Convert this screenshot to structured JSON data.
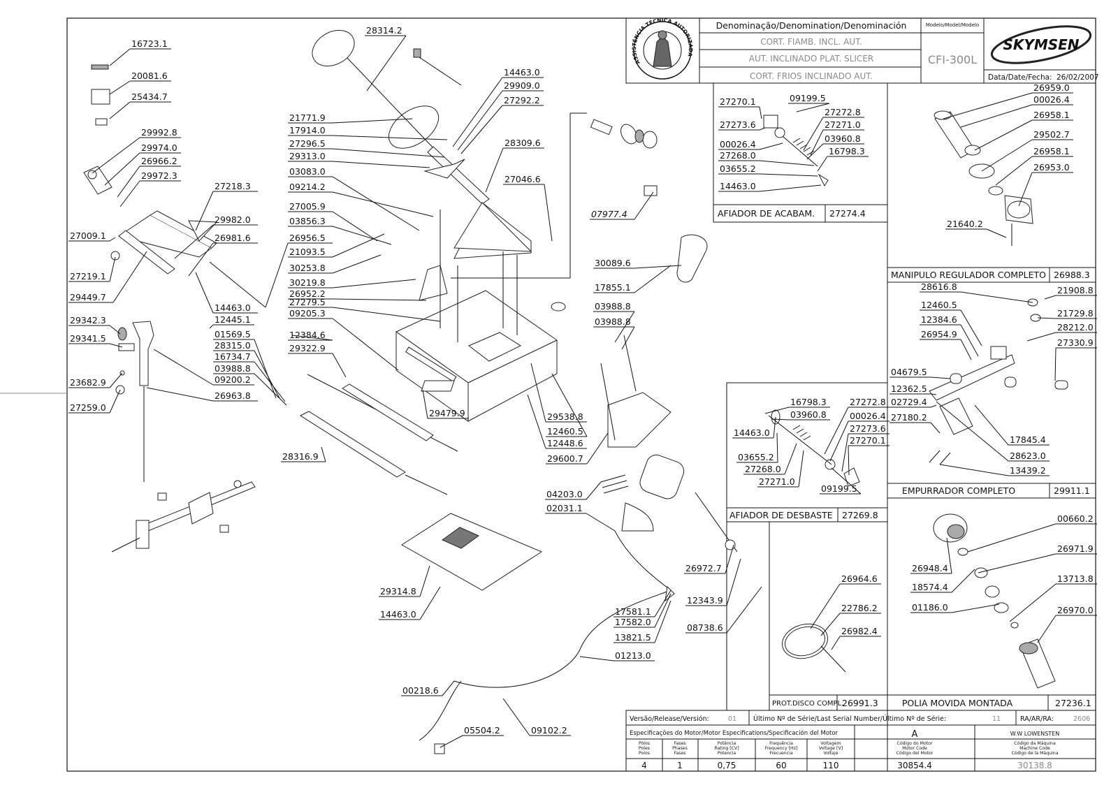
{
  "title_block": {
    "denomination_header": "Denominação/Denomination/Denominación",
    "model_header": "Modelo/Model/Modelo",
    "names": [
      "CORT. FIAMB. INCL. AUT.",
      "AUT. INCLINADO PLAT. SLICER",
      "CORT. FRIOS INCLINADO  AUT."
    ],
    "model": "CFI-300L",
    "brand": "SKYMSEN",
    "seal_text": "ASSISTÊNCIA TÉCNICA AUTORIZADA",
    "date_label": "Data/Date/Fecha:",
    "date": "26/02/2007"
  },
  "subassemblies": [
    {
      "name": "AFIADOR DE ACABAM.",
      "code": "27274.4"
    },
    {
      "name": "MANIPULO REGULADOR COMPLETO",
      "code": "26988.3"
    },
    {
      "name": "EMPURRADOR COMPLETO",
      "code": "29911.1"
    },
    {
      "name": "AFIADOR DE DESBASTE",
      "code": "27269.8"
    },
    {
      "name": "PROT.DISCO COMPL.",
      "code": "26991.3"
    },
    {
      "name": "POLIA MOVIDA MONTADA",
      "code": "27236.1"
    }
  ],
  "footer": {
    "version_label": "Versão/Release/Versión:",
    "version": "01",
    "serial_label": "Último Nº de Série/Last Serial Number/Último Nº de Série:",
    "serial": "11",
    "ra_label": "RA/AR/RA:",
    "ra": "2606",
    "motor_spec_label": "Especificações do Motor/Motor Especifications/Specificación del Motor",
    "motor_code_letter": "A",
    "motor_maker": "W.W  LOWENSTEN",
    "col_headers": [
      "Pólos\nPoles\nPolos",
      "Fases\nPhases\nFases",
      "Potência\nRating [CV]\nPotencia",
      "Frequência\nFrequency [Hz]\nFrecuencia",
      "Voltagem\nVoltage [V]\nVoltaje",
      "Código do Motor\nMotor Code\nCódigo del Motor",
      "Código da Máquina\nMachine Code\nCódigo de la Máquina"
    ],
    "values": [
      "4",
      "1",
      "0,75",
      "60",
      "110",
      "30854.4",
      "30138.8"
    ]
  },
  "part_labels": [
    "16723.1",
    "20081.6",
    "25434.7",
    "29992.8",
    "29974.0",
    "26966.2",
    "29972.3",
    "27218.3",
    "27009.1",
    "29982.0",
    "26981.6",
    "27219.1",
    "29449.7",
    "29342.3",
    "29341.5",
    "23682.9",
    "27259.0",
    "28314.2",
    "14463.0",
    "29909.0",
    "27292.2",
    "21771.9",
    "17914.0",
    "27296.5",
    "29313.0",
    "28309.6",
    "03083.0",
    "27046.6",
    "09214.2",
    "27005.9",
    "03856.3",
    "07977.4",
    "26956.5",
    "21093.5",
    "30253.8",
    "30219.8",
    "26952.2",
    "27279.5",
    "14463.0",
    "09205.3",
    "12445.1",
    "12384.6",
    "01569.5",
    "29322.9",
    "28315.0",
    "16734.7",
    "03988.8",
    "09200.2",
    "26963.8",
    "29479.9",
    "29538.8",
    "12460.5",
    "12448.6",
    "28316.9",
    "29600.7",
    "30089.6",
    "17855.1",
    "03988.8",
    "03988.8",
    "04203.0",
    "02031.1",
    "29314.8",
    "14463.0",
    "26972.7",
    "12343.9",
    "08738.6",
    "17581.1",
    "17582.0",
    "13821.5",
    "01213.0",
    "00218.6",
    "05504.2",
    "09102.2",
    "27270.1",
    "09199.5",
    "27272.8",
    "27273.6",
    "27271.0",
    "00026.4",
    "03960.8",
    "27268.0",
    "16798.3",
    "03655.2",
    "14463.0",
    "26959.0",
    "00026.4",
    "26958.1",
    "29502.7",
    "26958.1",
    "26953.0",
    "21640.2",
    "28616.8",
    "21908.8",
    "12460.5",
    "21729.8",
    "12384.6",
    "28212.0",
    "26954.9",
    "27330.9",
    "04679.5",
    "12362.5",
    "02729.4",
    "27180.2",
    "17845.4",
    "28623.0",
    "13439.2",
    "16798.3",
    "03960.8",
    "27272.8",
    "00026.4",
    "14463.0",
    "27273.6",
    "27270.1",
    "03655.2",
    "27268.0",
    "27271.0",
    "09199.5",
    "00660.2",
    "26971.9",
    "26948.4",
    "13713.8",
    "18574.4",
    "01186.0",
    "26970.0",
    "26964.6",
    "22786.2",
    "26982.4"
  ]
}
